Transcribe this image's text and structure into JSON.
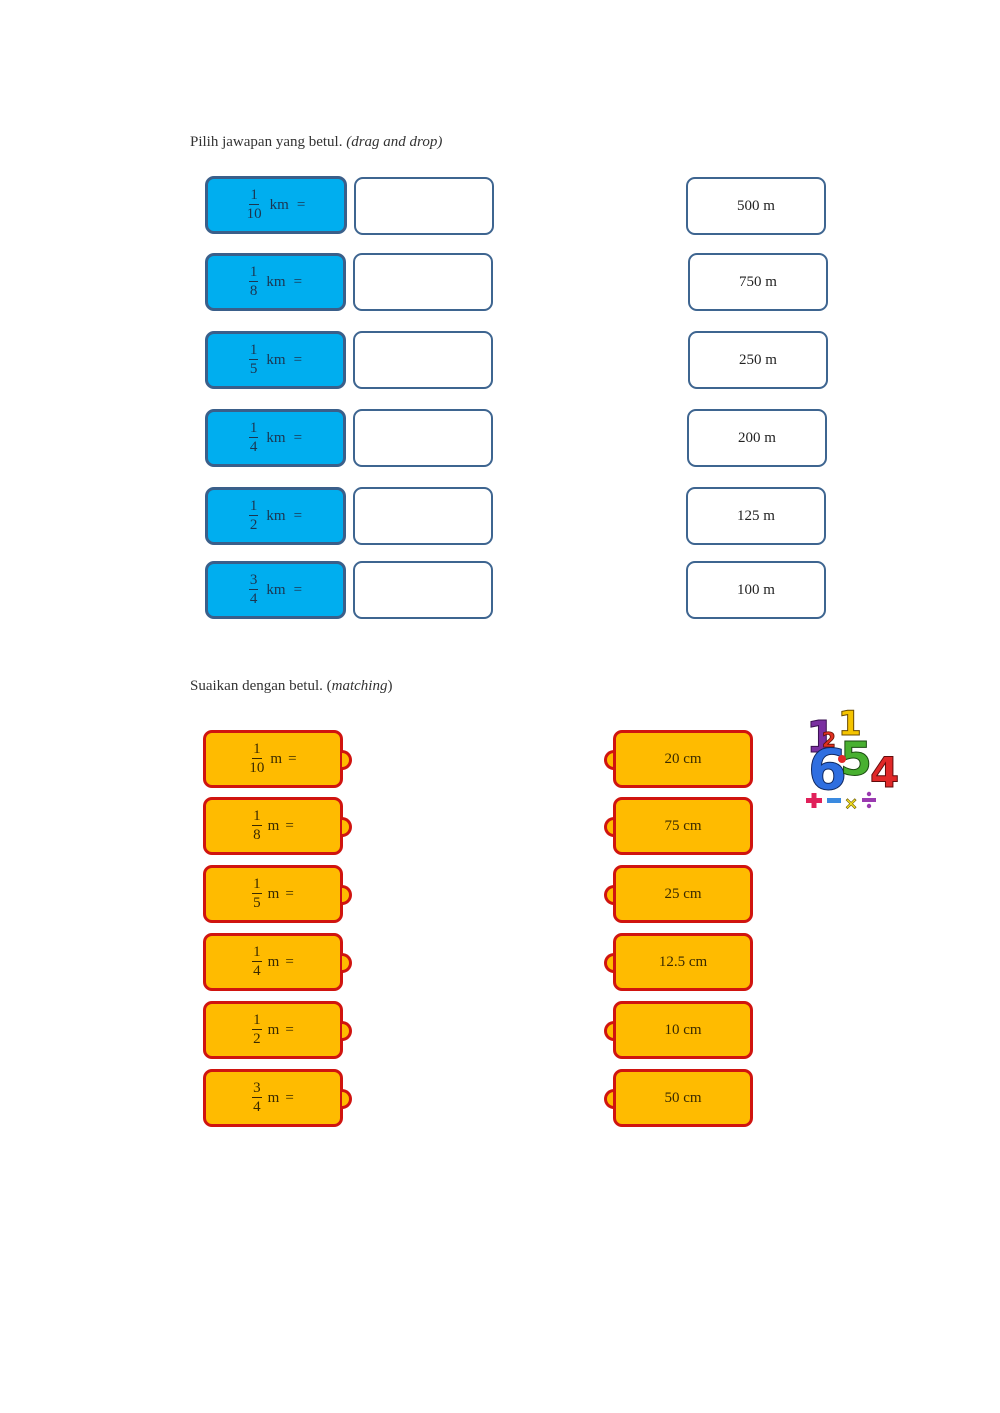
{
  "section1": {
    "instruction": "Pilih jawapan yang betul.",
    "instruction_italic": "(drag and drop)",
    "questions": [
      {
        "num": "1",
        "den": "10",
        "unit": "km",
        "eq": "="
      },
      {
        "num": "1",
        "den": "8",
        "unit": "km",
        "eq": "="
      },
      {
        "num": "1",
        "den": "5",
        "unit": "km",
        "eq": "="
      },
      {
        "num": "1",
        "den": "4",
        "unit": "km",
        "eq": "="
      },
      {
        "num": "1",
        "den": "2",
        "unit": "km",
        "eq": "="
      },
      {
        "num": "3",
        "den": "4",
        "unit": "km",
        "eq": "="
      }
    ],
    "answers": [
      "500 m",
      "750 m",
      "250 m",
      "200 m",
      "125 m",
      "100 m"
    ]
  },
  "section2": {
    "instruction": "Suaikan dengan betul.",
    "instruction_italic": "matching",
    "questions": [
      {
        "num": "1",
        "den": "10",
        "unit": "m",
        "eq": "="
      },
      {
        "num": "1",
        "den": "8",
        "unit": "m",
        "eq": "="
      },
      {
        "num": "1",
        "den": "5",
        "unit": "m",
        "eq": "="
      },
      {
        "num": "1",
        "den": "4",
        "unit": "m",
        "eq": "="
      },
      {
        "num": "1",
        "den": "2",
        "unit": "m",
        "eq": "="
      },
      {
        "num": "3",
        "den": "4",
        "unit": "m",
        "eq": "="
      }
    ],
    "answers": [
      "20 cm",
      "75 cm",
      "25 cm",
      "12.5 cm",
      "10 cm",
      "50 cm"
    ]
  },
  "colors": {
    "question_blue": "#00aeef",
    "box_border": "#3e6590",
    "match_yellow": "#ffbb00",
    "match_border": "#d0140f"
  },
  "clipart": {
    "icon": "numbers-math-clipart-icon"
  }
}
